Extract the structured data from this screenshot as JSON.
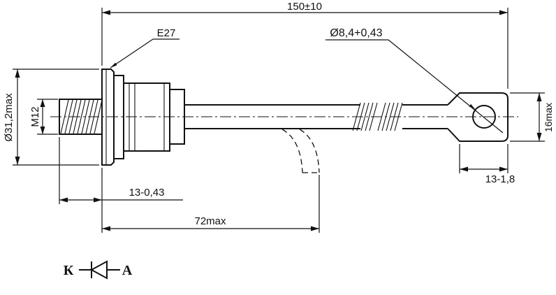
{
  "colors": {
    "line": "#111111",
    "background": "#ffffff"
  },
  "drawing": {
    "dims": {
      "overall_length": "150±10",
      "flange_hex": "E27",
      "hole_dia": "Ø8,4+0,43",
      "body_dia": "Ø31,2max",
      "thread": "M12",
      "lug_width": "16max",
      "lug_length": "13-1,8",
      "stud_length": "13-0,43",
      "body_length": "72max"
    },
    "polarity": {
      "cathode": "К",
      "anode": "А"
    }
  }
}
